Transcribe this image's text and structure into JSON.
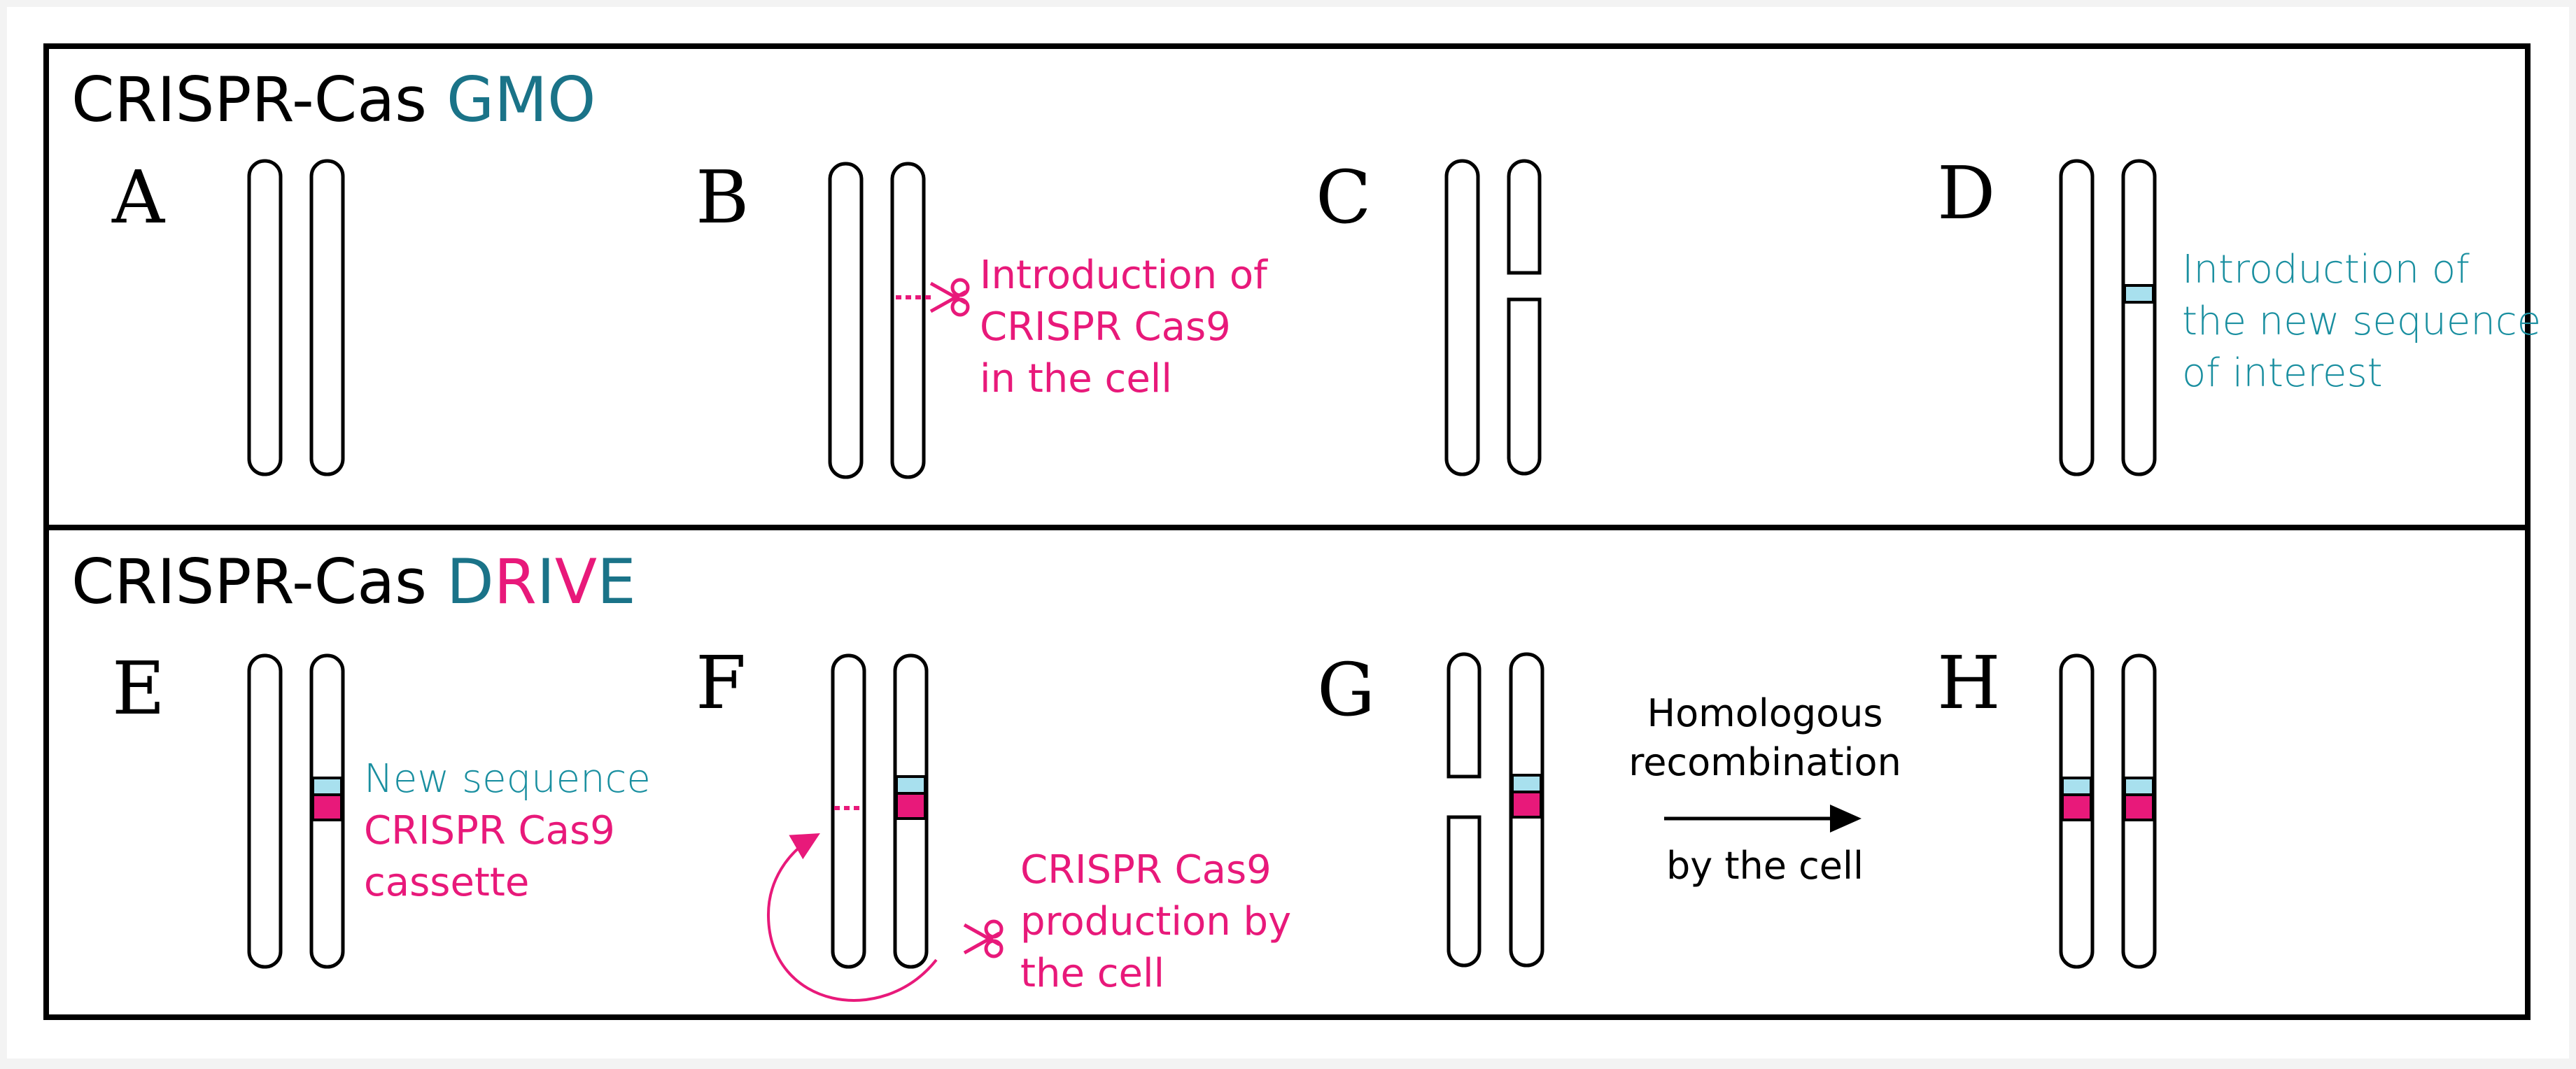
{
  "colors": {
    "teal": "#1a7388",
    "light_blue": "#a8e0ee",
    "magenta": "#e8197a",
    "frame": "#000000",
    "background": "#ffffff"
  },
  "panels": {
    "gmo": {
      "title_prefix": "CRISPR-Cas",
      "title_word": "GMO"
    },
    "drive": {
      "title_prefix": "CRISPR-Cas",
      "title_letters": [
        "D",
        "R",
        "I",
        "V",
        "E"
      ]
    }
  },
  "steps": {
    "A": {
      "letter": "A"
    },
    "B": {
      "letter": "B",
      "lines": [
        "Introduction of",
        "CRISPR Cas9",
        "in the cell"
      ]
    },
    "C": {
      "letter": "C"
    },
    "D": {
      "letter": "D",
      "lines": [
        "Introduction of",
        "the new sequence",
        "of interest"
      ]
    },
    "E": {
      "letter": "E",
      "teal_line": "New sequence",
      "magenta_lines": [
        "CRISPR Cas9",
        "cassette"
      ]
    },
    "F": {
      "letter": "F",
      "lines": [
        "CRISPR Cas9",
        "production by",
        "the cell"
      ]
    },
    "G": {
      "letter": "G",
      "arrow_above": [
        "Homologous",
        "recombination"
      ],
      "arrow_below": "by the cell"
    },
    "H": {
      "letter": "H"
    }
  },
  "icons": [
    "scissors-icon",
    "curved-arrow-icon",
    "right-arrow-icon"
  ]
}
